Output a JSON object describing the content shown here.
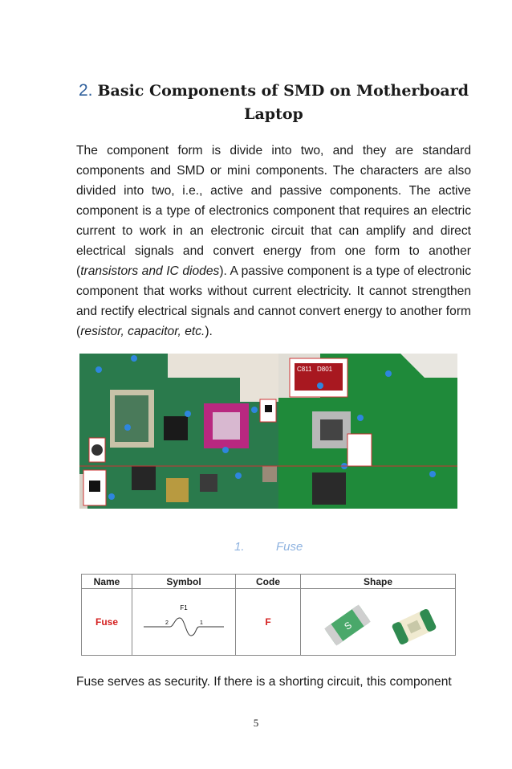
{
  "heading": {
    "number": "2.",
    "text": "Basic Components of SMD on Motherboard Laptop"
  },
  "paragraph": {
    "part1": "The component form is divide into two, and they are standard components and SMD or mini components. The characters are also divided into two, i.e., active and passive components.  The active component is a type of electronics component that requires an electric current to work in an electronic circuit that can amplify and direct electrical signals and convert energy from one form to another (",
    "italic1": "transistors and IC diodes",
    "part2": "). A passive component is a type of electronic component that works without current electricity. It cannot strengthen and rectify electrical signals and cannot convert energy to another form (",
    "italic2": "resistor, capacitor, etc.",
    "part3": ")."
  },
  "photo_labels": {
    "left_chip": "C811",
    "right_chip": "D801"
  },
  "subheading": {
    "number": "1.",
    "text": "Fuse"
  },
  "table": {
    "headers": [
      "Name",
      "Symbol",
      "Code",
      "Shape"
    ],
    "row": {
      "name": "Fuse",
      "symbol_ref": "F1",
      "pin_left": "2",
      "pin_right": "1",
      "code": "F",
      "shape_mark": "S"
    }
  },
  "paragraph2": "Fuse serves as security. If there is a shorting circuit, this component",
  "page_number": "5",
  "colors": {
    "heading_number": "#2e5f9c",
    "subheading": "#8fb3e0",
    "table_red": "#d42020",
    "pcb_green_left": "#2a7a4c",
    "pcb_green_right": "#1f8a3a"
  }
}
